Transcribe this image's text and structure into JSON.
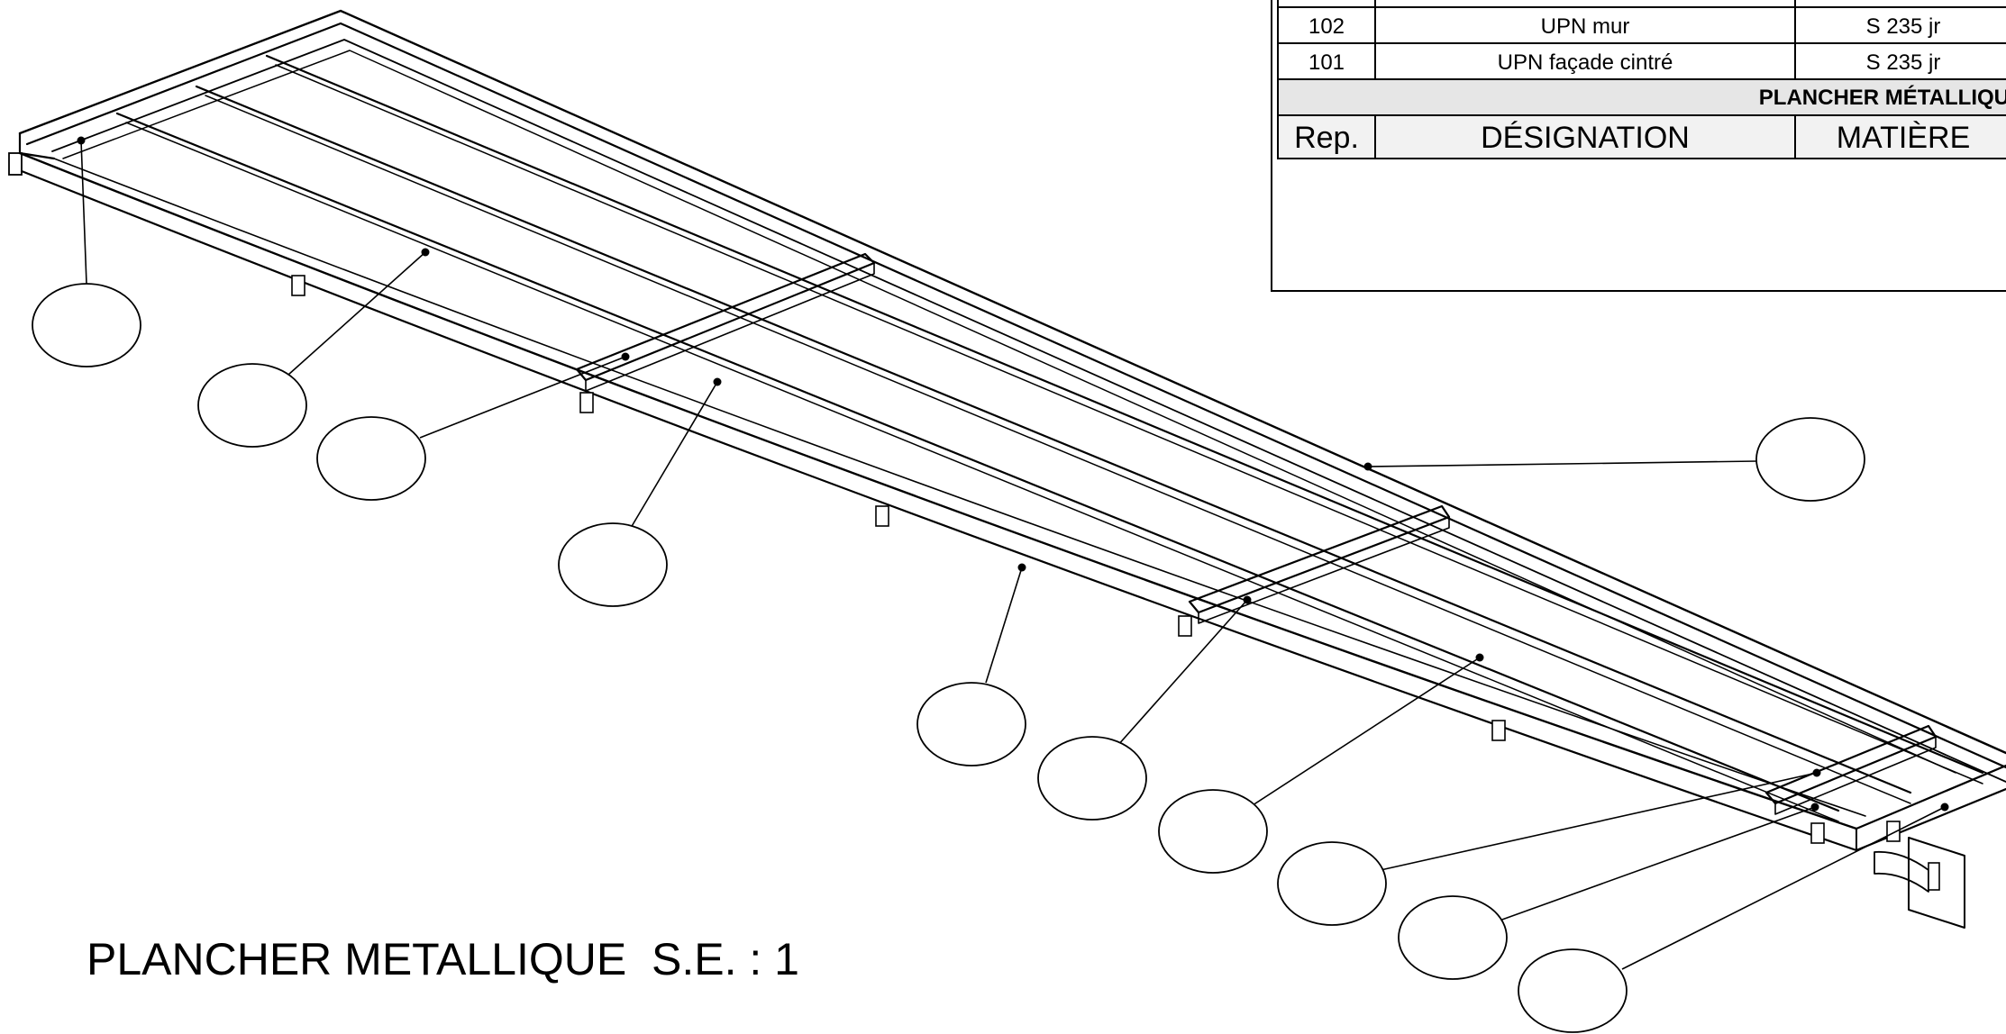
{
  "bom_table": {
    "rows": [
      {
        "rep": "102",
        "designation": "UPN mur",
        "matiere": "S 235 jr"
      },
      {
        "rep": "101",
        "designation": "UPN façade cintré",
        "matiere": "S 235 jr"
      }
    ],
    "section_title": "PLANCHER MÉTALLIQU",
    "header": {
      "rep": "Rep.",
      "designation": "DÉSIGNATION",
      "matiere": "MATIÈRE"
    }
  },
  "drawing": {
    "title": "PLANCHER METALLIQUE  S.E. : 1",
    "balloons": [
      "",
      "",
      "",
      "",
      "",
      "",
      "",
      "",
      "",
      "",
      "",
      "",
      ""
    ]
  }
}
